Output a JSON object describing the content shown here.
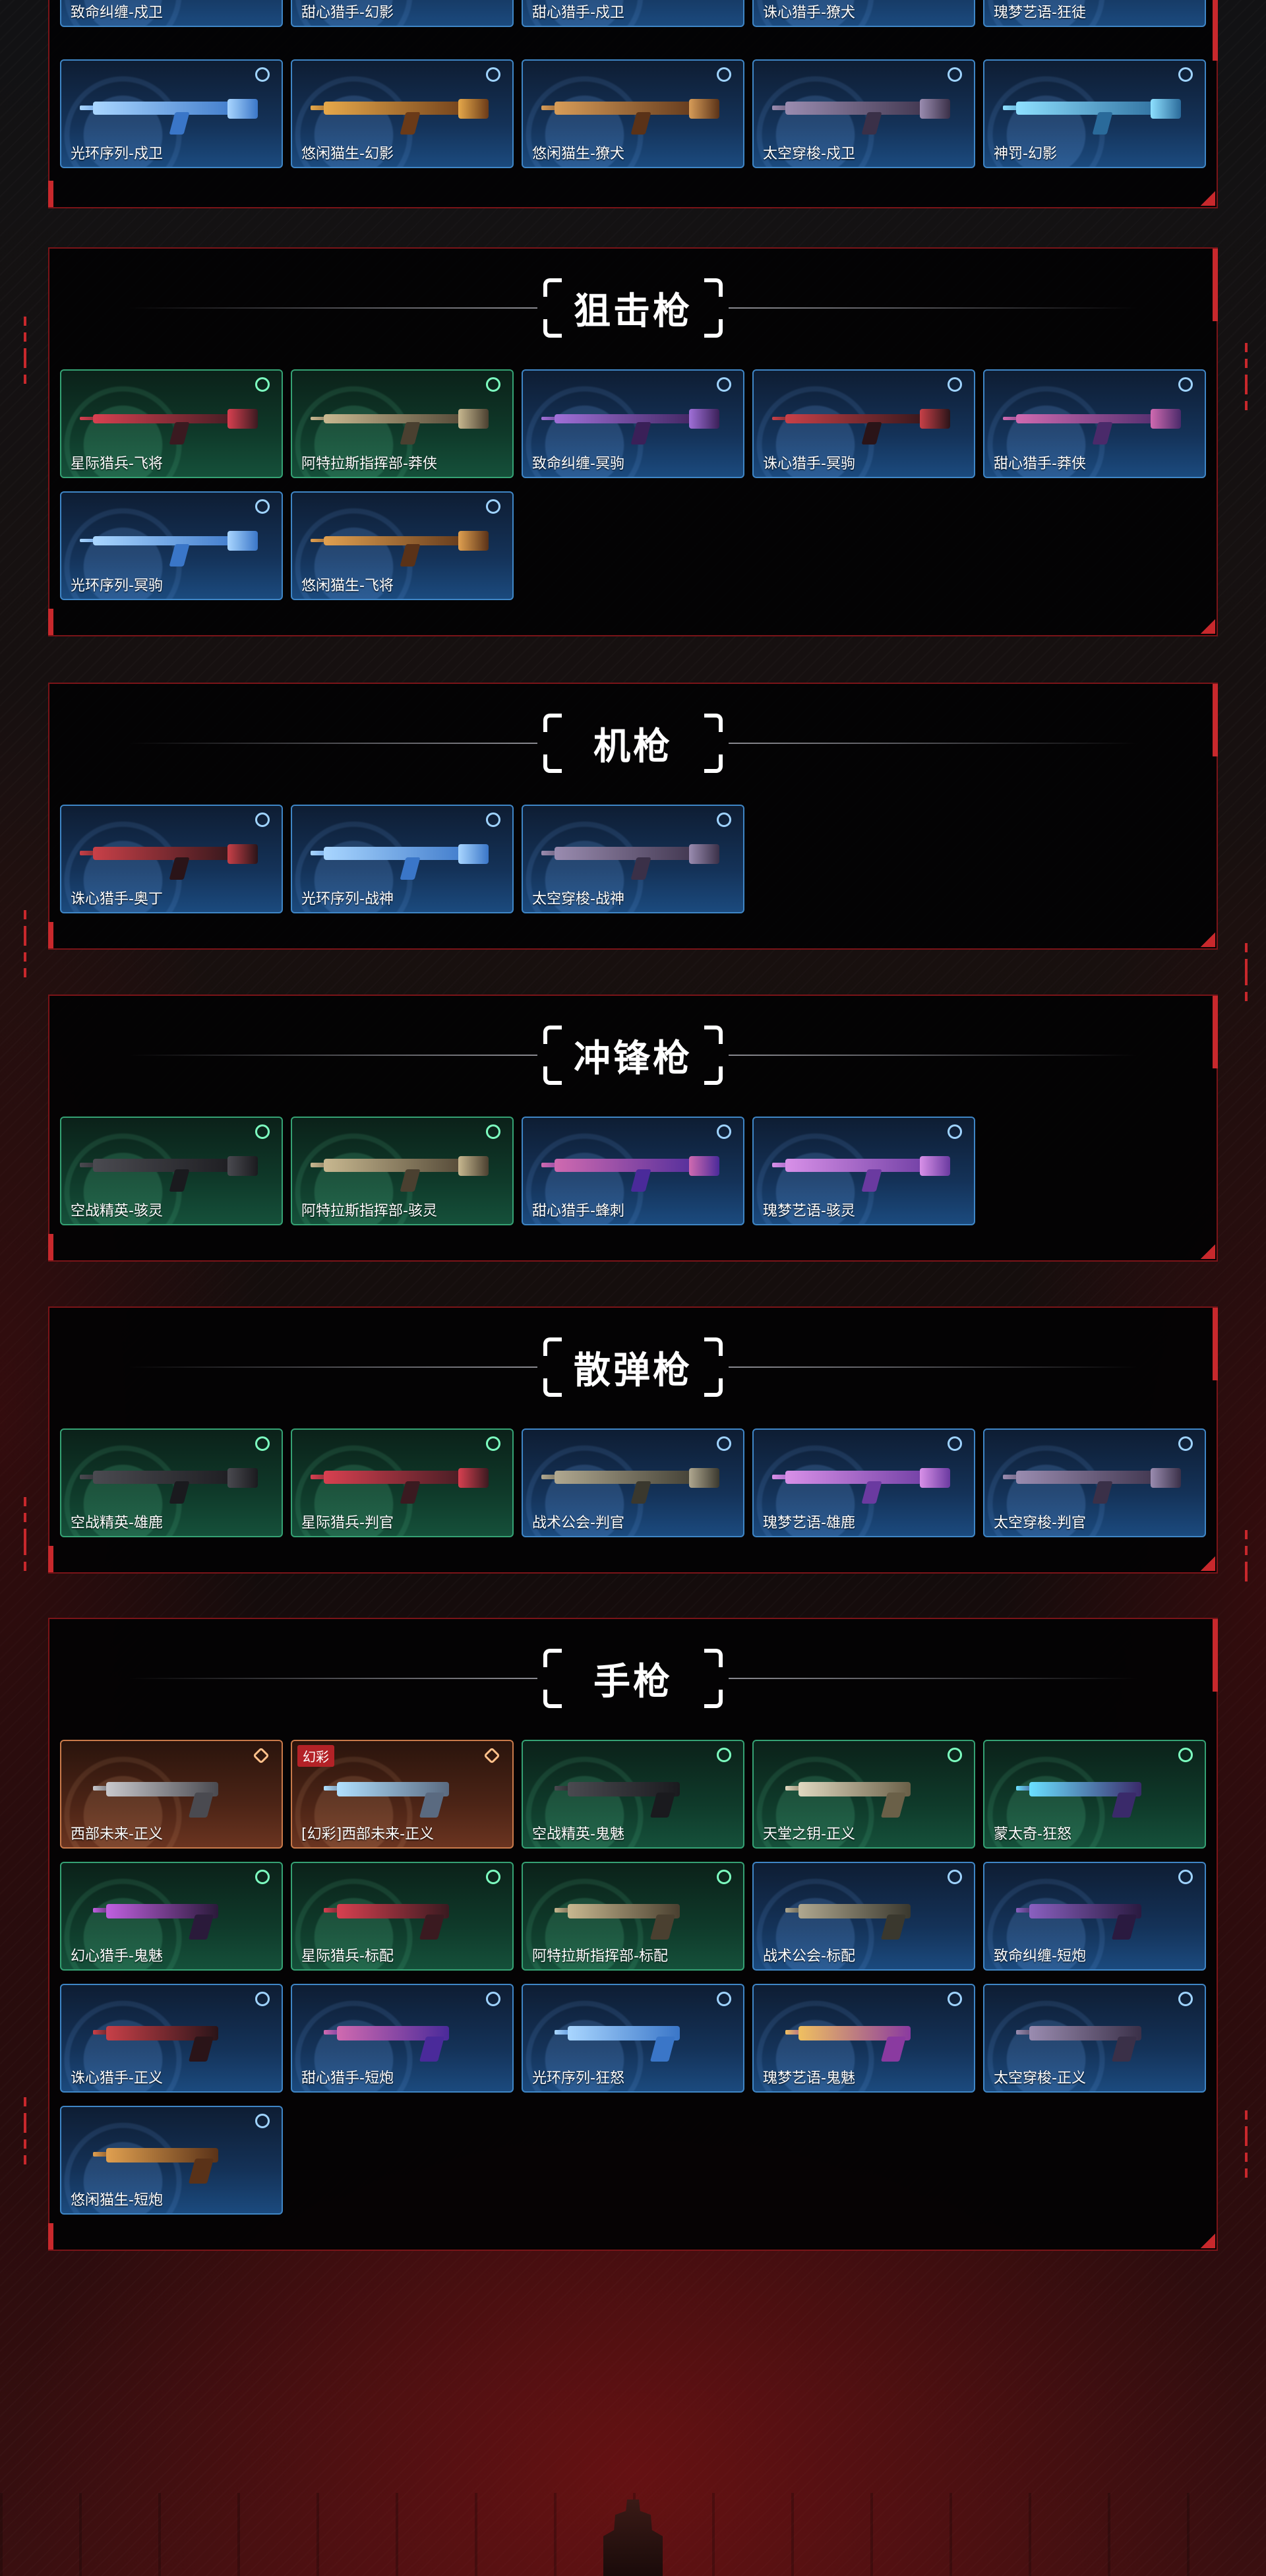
{
  "top_section": {
    "row_partial": [
      {
        "label": "致命纠缠-戍卫",
        "variant": "blue"
      },
      {
        "label": "甜心猎手-幻影",
        "variant": "blue"
      },
      {
        "label": "甜心猎手-戍卫",
        "variant": "blue"
      },
      {
        "label": "诛心猎手-獠犬",
        "variant": "blue"
      },
      {
        "label": "瑰梦艺语-狂徒",
        "variant": "blue"
      }
    ],
    "row_full": [
      {
        "label": "光环序列-戍卫",
        "variant": "blue",
        "colors": [
          "#a9d6ff",
          "#3a76c8"
        ]
      },
      {
        "label": "悠闲猫生-幻影",
        "variant": "blue",
        "colors": [
          "#e6a84a",
          "#6a3a18"
        ]
      },
      {
        "label": "悠闲猫生-獠犬",
        "variant": "blue",
        "colors": [
          "#d79c58",
          "#5a3218"
        ]
      },
      {
        "label": "太空穿梭-戍卫",
        "variant": "blue",
        "colors": [
          "#9a8cb0",
          "#3a3048"
        ]
      },
      {
        "label": "神罚-幻影",
        "variant": "blue",
        "colors": [
          "#8ee0ff",
          "#2a6a9a"
        ]
      }
    ]
  },
  "sections": [
    {
      "title": "狙击枪",
      "items": [
        {
          "label": "星际猎兵-飞将",
          "variant": "green",
          "colors": [
            "#d84050",
            "#3a1a20"
          ]
        },
        {
          "label": "阿特拉斯指挥部-莽侠",
          "variant": "green",
          "colors": [
            "#c8b890",
            "#4a4030"
          ]
        },
        {
          "label": "致命纠缠-冥驹",
          "variant": "blue",
          "colors": [
            "#a070d8",
            "#3a2058"
          ]
        },
        {
          "label": "诛心猎手-冥驹",
          "variant": "blue",
          "colors": [
            "#c84048",
            "#2a1418"
          ]
        },
        {
          "label": "甜心猎手-莽侠",
          "variant": "blue",
          "colors": [
            "#d06ab0",
            "#4a2a6a"
          ]
        },
        {
          "label": "光环序列-冥驹",
          "variant": "blue",
          "colors": [
            "#a9d6ff",
            "#3a76c8"
          ]
        },
        {
          "label": "悠闲猫生-飞将",
          "variant": "blue",
          "colors": [
            "#e0a050",
            "#5a3218"
          ]
        }
      ]
    },
    {
      "title": "机枪",
      "items": [
        {
          "label": "诛心猎手-奥丁",
          "variant": "blue",
          "colors": [
            "#c84048",
            "#2a1418"
          ]
        },
        {
          "label": "光环序列-战神",
          "variant": "blue",
          "colors": [
            "#a9d6ff",
            "#3a76c8"
          ]
        },
        {
          "label": "太空穿梭-战神",
          "variant": "blue",
          "colors": [
            "#9a8cb0",
            "#3a3048"
          ]
        }
      ]
    },
    {
      "title": "冲锋枪",
      "items": [
        {
          "label": "空战精英-骇灵",
          "variant": "green",
          "colors": [
            "#4a4a50",
            "#1a1a1e"
          ]
        },
        {
          "label": "阿特拉斯指挥部-骇灵",
          "variant": "green",
          "colors": [
            "#c8b890",
            "#4a4030"
          ]
        },
        {
          "label": "甜心猎手-蜂刺",
          "variant": "blue",
          "colors": [
            "#d06ab0",
            "#4a2a9a"
          ]
        },
        {
          "label": "瑰梦艺语-骇灵",
          "variant": "blue",
          "colors": [
            "#d890e8",
            "#6a3aa0"
          ]
        }
      ]
    },
    {
      "title": "散弹枪",
      "items": [
        {
          "label": "空战精英-雄鹿",
          "variant": "green",
          "colors": [
            "#4a4a50",
            "#1a1a1e"
          ]
        },
        {
          "label": "星际猎兵-判官",
          "variant": "green",
          "colors": [
            "#d84050",
            "#3a1a20"
          ]
        },
        {
          "label": "战术公会-判官",
          "variant": "blue",
          "colors": [
            "#b0a890",
            "#3a382e"
          ]
        },
        {
          "label": "瑰梦艺语-雄鹿",
          "variant": "blue",
          "colors": [
            "#d890e8",
            "#6a3aa0"
          ]
        },
        {
          "label": "太空穿梭-判官",
          "variant": "blue",
          "colors": [
            "#9a8cb0",
            "#3a3048"
          ]
        }
      ]
    },
    {
      "title": "手枪",
      "items": [
        {
          "label": "西部未来-正义",
          "variant": "orange",
          "colors": [
            "#c8c8cc",
            "#4a4a50"
          ]
        },
        {
          "label": "[幻彩]西部未来-正义",
          "variant": "orange",
          "tag": "幻彩",
          "colors": [
            "#b0e0ff",
            "#5a6a80"
          ]
        },
        {
          "label": "空战精英-鬼魅",
          "variant": "green",
          "colors": [
            "#4a4a50",
            "#1a1a1e"
          ]
        },
        {
          "label": "天堂之钥-正义",
          "variant": "green",
          "colors": [
            "#e0d8c0",
            "#6a6048"
          ]
        },
        {
          "label": "蒙太奇-狂怒",
          "variant": "green",
          "colors": [
            "#6ae0ff",
            "#3a2a6a"
          ]
        },
        {
          "label": "幻心猎手-鬼魅",
          "variant": "green",
          "colors": [
            "#c060e0",
            "#2a1a3a"
          ]
        },
        {
          "label": "星际猎兵-标配",
          "variant": "green",
          "colors": [
            "#d84050",
            "#3a1a20"
          ]
        },
        {
          "label": "阿特拉斯指挥部-标配",
          "variant": "green",
          "colors": [
            "#c8b890",
            "#4a4030"
          ]
        },
        {
          "label": "战术公会-标配",
          "variant": "blue",
          "colors": [
            "#b0a890",
            "#3a382e"
          ]
        },
        {
          "label": "致命纠缠-短炮",
          "variant": "blue",
          "colors": [
            "#8a60c0",
            "#2a1a40"
          ]
        },
        {
          "label": "诛心猎手-正义",
          "variant": "blue",
          "colors": [
            "#c84048",
            "#2a1418"
          ]
        },
        {
          "label": "甜心猎手-短炮",
          "variant": "blue",
          "colors": [
            "#d06ab0",
            "#4a2a9a"
          ]
        },
        {
          "label": "光环序列-狂怒",
          "variant": "blue",
          "colors": [
            "#a9d6ff",
            "#3a76c8"
          ]
        },
        {
          "label": "瑰梦艺语-鬼魅",
          "variant": "blue",
          "colors": [
            "#f0c060",
            "#8a3aa0"
          ]
        },
        {
          "label": "太空穿梭-正义",
          "variant": "blue",
          "colors": [
            "#9a8cb0",
            "#3a3048"
          ]
        },
        {
          "label": "悠闲猫生-短炮",
          "variant": "blue",
          "colors": [
            "#e0a050",
            "#5a3218"
          ]
        }
      ]
    }
  ]
}
